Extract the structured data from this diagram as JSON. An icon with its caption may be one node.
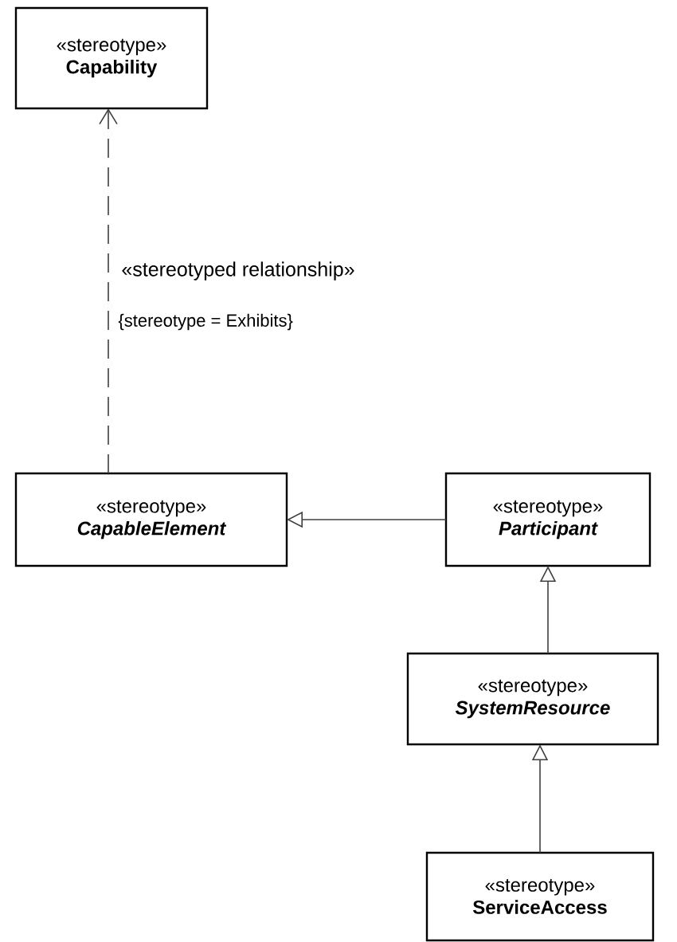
{
  "diagram": {
    "nodes": [
      {
        "text": [
          "«stereotype»",
          "Capability"
        ]
      },
      {
        "text": [
          "«stereotype»",
          "CapableElement"
        ]
      },
      {
        "text": [
          "«stereotype»",
          "Participant"
        ]
      },
      {
        "text": [
          "«stereotype»",
          "SystemResource"
        ]
      },
      {
        "text": [
          "«stereotype»",
          "ServiceAccess"
        ]
      }
    ],
    "edges": [
      {
        "from": 1,
        "to": 0,
        "arrow": "to",
        "style": "dashed",
        "label": "«stereotyped relationship»"
      },
      {
        "from": 2,
        "to": 1,
        "arrow": "to"
      },
      {
        "from": 3,
        "to": 2,
        "arrow": "to"
      },
      {
        "from": 4,
        "to": 3,
        "arrow": "to"
      }
    ],
    "labels": [
      "{stereotype = Exhibits}"
    ]
  }
}
